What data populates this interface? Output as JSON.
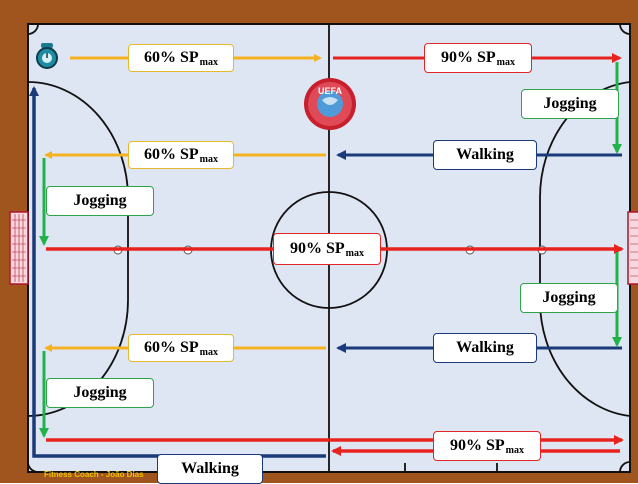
{
  "labels": {
    "sp60_top": {
      "value": "60% SP",
      "sub": "max"
    },
    "sp90_top": {
      "value": "90% SP",
      "sub": "max"
    },
    "jogging_top_right": "Jogging",
    "sp60_mid_upper": {
      "value": "60% SP",
      "sub": "max"
    },
    "walking_mid_upper": "Walking",
    "jogging_left_upper": "Jogging",
    "sp90_center": {
      "value": "90% SP",
      "sub": "max"
    },
    "jogging_right_mid": "Jogging",
    "sp60_lower": {
      "value": "60% SP",
      "sub": "max"
    },
    "walking_lower": "Walking",
    "jogging_left_lower": "Jogging",
    "sp90_bottom": {
      "value": "90% SP",
      "sub": "max"
    },
    "walking_bottom": "Walking"
  },
  "logo_text": "UEFA",
  "footer_credit": "Fitness Coach - João Dias",
  "colors": {
    "court_surround": "#a0551f",
    "court_floor": "#dfe6f3",
    "lines": "#111111",
    "sp60_arrow": "#f4b223",
    "sp90_arrow": "#e8231f",
    "walking_arrow": "#1a3a7a",
    "jogging_arrow": "#21b24a"
  }
}
